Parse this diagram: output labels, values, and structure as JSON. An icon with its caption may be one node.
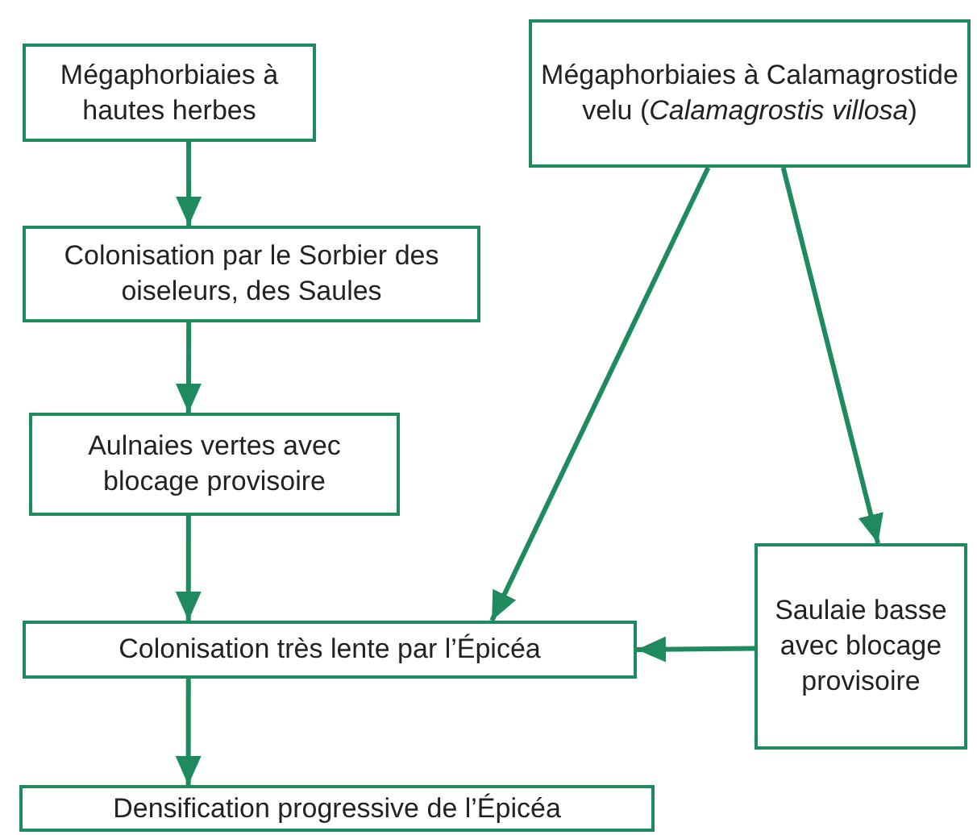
{
  "diagram": {
    "nodes": [
      {
        "text": [
          "Mégaphorbiaies à hautes herbes"
        ]
      },
      {
        "text": [
          "Colonisation par le Sorbier des oiseleurs, des Saules"
        ]
      },
      {
        "text": [
          "Aulnaies vertes avec blocage provisoire"
        ]
      },
      {
        "text": [
          "Mégaphorbiaies à Calamagrostide velu (*Calamagrostis villosa*)"
        ]
      },
      {
        "text": [
          "Colonisation très lente par l’Épicéa"
        ]
      },
      {
        "text": [
          "Saulaie basse avec blocage provisoire"
        ]
      },
      {
        "text": [
          "Densification progressive de l’Épicéa"
        ]
      }
    ],
    "edges": [
      {
        "from": 0,
        "to": 1,
        "arrow": "to"
      },
      {
        "from": 1,
        "to": 2,
        "arrow": "to"
      },
      {
        "from": 2,
        "to": 4,
        "arrow": "to"
      },
      {
        "from": 3,
        "to": 4,
        "arrow": "to"
      },
      {
        "from": 3,
        "to": 5,
        "arrow": "to"
      },
      {
        "from": 5,
        "to": 4,
        "arrow": "to"
      },
      {
        "from": 4,
        "to": 6,
        "arrow": "to"
      }
    ]
  }
}
